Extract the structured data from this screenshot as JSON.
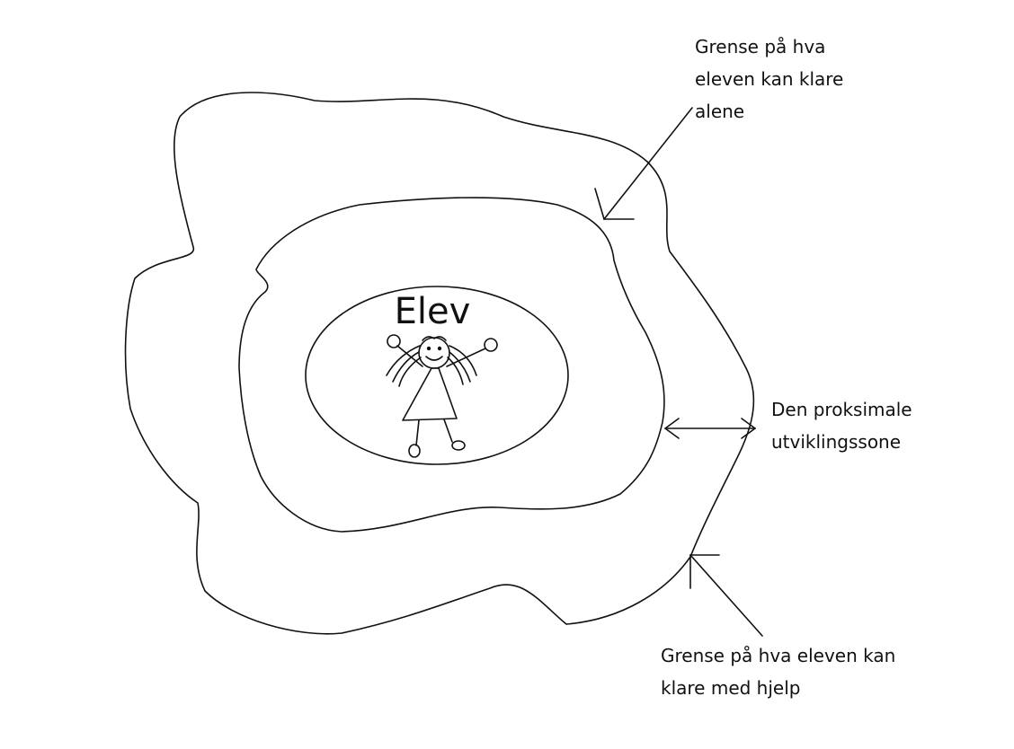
{
  "diagram": {
    "center_label": "Elev",
    "annotations": {
      "inner_boundary": "Grense på hva\neleven kan klare\nalene",
      "zone": "Den proksimale\nutviklingssone",
      "outer_boundary": "Grense på hva eleven kan\nklare med hjelp"
    }
  },
  "colors": {
    "stroke": "#111111",
    "background": "#ffffff"
  }
}
